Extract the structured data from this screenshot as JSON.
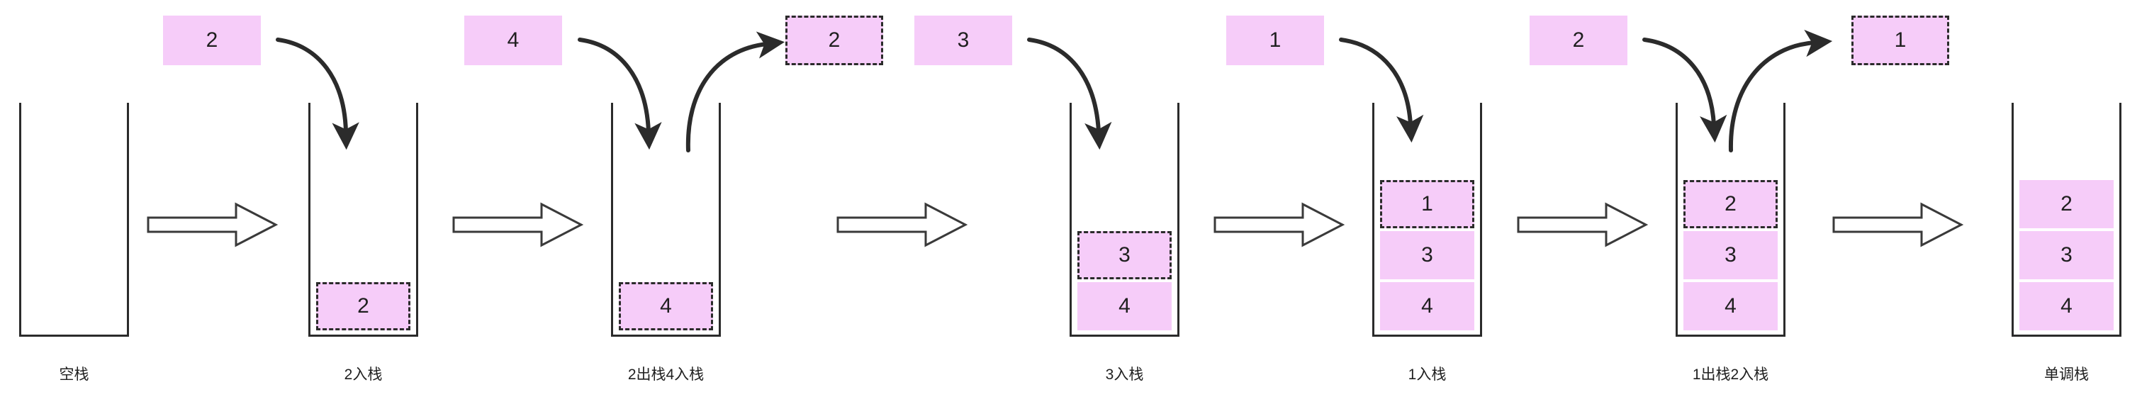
{
  "diagram": {
    "title": "单调栈",
    "colors": {
      "cell_fill": "#f6ccf9",
      "stroke": "#2b2b2b",
      "text": "#1f1f1f",
      "background": "#ffffff"
    },
    "stages": [
      {
        "id": "stage-1",
        "caption": "空栈",
        "float_box": null,
        "cells": []
      },
      {
        "id": "stage-2",
        "caption": "2入栈",
        "float_box": {
          "value": "2",
          "style": "solid"
        },
        "cells": [
          {
            "value": "2",
            "style": "dashed"
          }
        ]
      },
      {
        "id": "stage-3",
        "caption": "2出栈4入栈",
        "float_box": {
          "value": "4",
          "style": "solid"
        },
        "popped_box": {
          "value": "2",
          "style": "dashed"
        },
        "cells": [
          {
            "value": "4",
            "style": "dashed"
          }
        ]
      },
      {
        "id": "stage-4",
        "caption": "3入栈",
        "float_box": {
          "value": "3",
          "style": "solid"
        },
        "cells": [
          {
            "value": "4",
            "style": "solid"
          },
          {
            "value": "3",
            "style": "dashed"
          }
        ]
      },
      {
        "id": "stage-5",
        "caption": "1入栈",
        "float_box": {
          "value": "1",
          "style": "solid"
        },
        "cells": [
          {
            "value": "4",
            "style": "solid"
          },
          {
            "value": "3",
            "style": "solid"
          },
          {
            "value": "1",
            "style": "dashed"
          }
        ]
      },
      {
        "id": "stage-6",
        "caption": "1出栈2入栈",
        "float_box": {
          "value": "2",
          "style": "solid"
        },
        "popped_box": {
          "value": "1",
          "style": "dashed"
        },
        "cells": [
          {
            "value": "4",
            "style": "solid"
          },
          {
            "value": "3",
            "style": "solid"
          },
          {
            "value": "2",
            "style": "dashed"
          }
        ]
      },
      {
        "id": "stage-7",
        "caption": "单调栈",
        "float_box": null,
        "cells": [
          {
            "value": "4",
            "style": "solid"
          },
          {
            "value": "3",
            "style": "solid"
          },
          {
            "value": "2",
            "style": "solid"
          }
        ]
      }
    ],
    "transition_arrows": 6
  }
}
